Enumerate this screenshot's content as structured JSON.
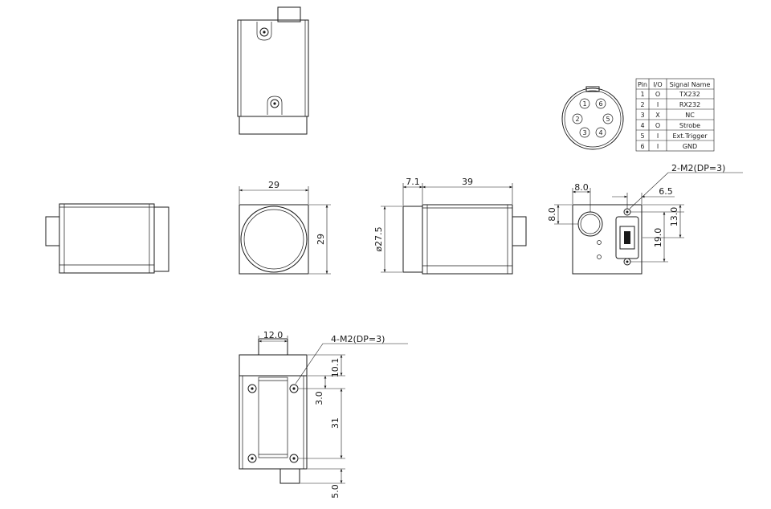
{
  "views": {
    "front": {
      "width_dim": "29",
      "height_dim": "29"
    },
    "side": {
      "flange_dim": "7.1",
      "body_dim": "39",
      "lens_dia_dim": "ø27.5"
    },
    "rear": {
      "connector_x_dim": "8.0",
      "connector_y_dim": "8.0",
      "offset_dim": "6.5",
      "upper_dim": "13.0",
      "lower_dim": "19.0",
      "hole_callout": "2-M2(DP=3)"
    },
    "bottom": {
      "width_dim": "12.0",
      "top_dim": "10.1",
      "mid_dim": "3.0",
      "length_dim": "31",
      "base_dim": "5.0",
      "hole_callout": "4-M2(DP=3)"
    },
    "connector": {
      "pins": [
        "1",
        "2",
        "3",
        "4",
        "5",
        "6"
      ]
    }
  },
  "pin_table": {
    "headers": [
      "Pin",
      "I/O",
      "Signal Name"
    ],
    "rows": [
      [
        "1",
        "O",
        "TX232"
      ],
      [
        "2",
        "I",
        "RX232"
      ],
      [
        "3",
        "X",
        "NC"
      ],
      [
        "4",
        "O",
        "Strobe"
      ],
      [
        "5",
        "I",
        "Ext.Trigger"
      ],
      [
        "6",
        "I",
        "GND"
      ]
    ]
  }
}
